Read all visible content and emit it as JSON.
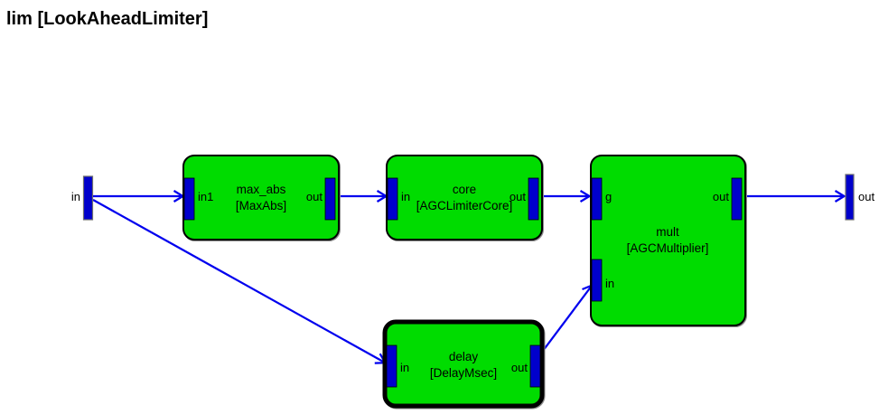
{
  "title": "lim [LookAheadLimiter]",
  "colors": {
    "block_fill": "#00DC00",
    "block_border": "#000000",
    "port_fill": "#0000CC",
    "wire": "#0000EE",
    "background": "#FFFFFF"
  },
  "terminals": {
    "input": {
      "label": "in"
    },
    "output": {
      "label": "out"
    }
  },
  "blocks": {
    "max_abs": {
      "name": "max_abs",
      "type": "[MaxAbs]",
      "selected": false,
      "ports": {
        "in": "in1",
        "out": "out"
      }
    },
    "core": {
      "name": "core",
      "type": "[AGCLimiterCore]",
      "selected": false,
      "ports": {
        "in": "in",
        "out": "out"
      }
    },
    "mult": {
      "name": "mult",
      "type": "[AGCMultiplier]",
      "selected": false,
      "ports": {
        "g": "g",
        "in": "in",
        "out": "out"
      }
    },
    "delay": {
      "name": "delay",
      "type": "[DelayMsec]",
      "selected": true,
      "ports": {
        "in": "in",
        "out": "out"
      }
    }
  }
}
